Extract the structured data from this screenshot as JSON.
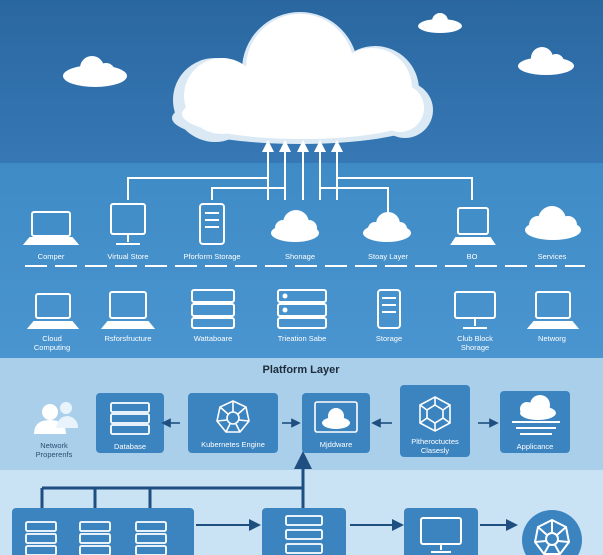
{
  "top_row": [
    {
      "id": "compute",
      "label": "Comper",
      "icon": "laptop-icon"
    },
    {
      "id": "virtual-store",
      "label": "Virtual Store",
      "icon": "monitor-icon"
    },
    {
      "id": "platform-storage",
      "label": "Pforform Storage",
      "icon": "server-tower-icon"
    },
    {
      "id": "shonage",
      "label": "Shonage",
      "icon": "cloud-icon"
    },
    {
      "id": "store-layer",
      "label": "Stoay Layer",
      "icon": "cloud-icon"
    },
    {
      "id": "bo",
      "label": "BO",
      "icon": "laptop-icon"
    },
    {
      "id": "services",
      "label": "Services",
      "icon": "cloud-icon"
    }
  ],
  "second_row": [
    {
      "id": "cloud-computing",
      "label": "Cloud\nComputing",
      "icon": "laptop-icon"
    },
    {
      "id": "reforestructure",
      "label": "Rsforsfructure",
      "icon": "laptop-icon"
    },
    {
      "id": "wattaboare",
      "label": "Wattaboare",
      "icon": "server-rack-icon"
    },
    {
      "id": "triation-sabe",
      "label": "Trieation Sabe",
      "icon": "server-rack-icon"
    },
    {
      "id": "storage",
      "label": "Storage",
      "icon": "server-tower-icon"
    },
    {
      "id": "club-block-storage",
      "label": "Club Block\nShorage",
      "icon": "monitor-icon"
    },
    {
      "id": "networg",
      "label": "Networg",
      "icon": "laptop-icon"
    }
  ],
  "platform_layer": {
    "title": "Platform Layer",
    "user": {
      "label": "Network\nProperenfs",
      "icon": "users-icon"
    },
    "boxes": [
      {
        "id": "database",
        "label": "Database",
        "icon": "server-rack-icon"
      },
      {
        "id": "kubernetes",
        "label": "Kubernetes Engine",
        "icon": "kubernetes-wheel-icon"
      },
      {
        "id": "middware",
        "label": "Mjddware",
        "icon": "cloud-window-icon"
      },
      {
        "id": "pltheroctuctes",
        "label": "Pltheroctuctes\nClasesly",
        "icon": "hexagon-network-icon"
      },
      {
        "id": "applicance",
        "label": "Applicance",
        "icon": "cloud-stack-icon"
      }
    ]
  },
  "bottom_row": [
    {
      "id": "server-group-a",
      "icon": "server-rack-icon"
    },
    {
      "id": "server-group-b",
      "icon": "server-rack-icon"
    },
    {
      "id": "desktop",
      "icon": "monitor-icon"
    },
    {
      "id": "kubernetes-node",
      "icon": "kubernetes-wheel-icon"
    }
  ],
  "colors": {
    "line": "#ffffff",
    "box": "#3b84c0",
    "box_dark": "#2d6fa8",
    "connector": "#1f4f80"
  }
}
